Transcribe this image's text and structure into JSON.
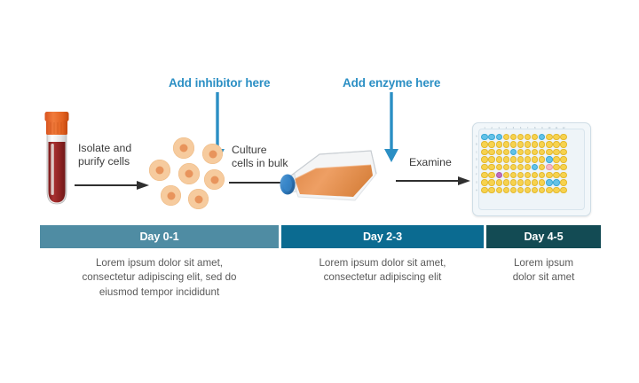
{
  "callouts": [
    {
      "label": "Add inhibitor here"
    },
    {
      "label": "Add enzyme here"
    }
  ],
  "steps": [
    {
      "label": "Isolate and\npurify cells"
    },
    {
      "label": "Culture\ncells in bulk"
    },
    {
      "label": "Examine"
    }
  ],
  "timeline": [
    {
      "title": "Day 0-1",
      "color": "#4f8ca3",
      "caption": "Lorem ipsum dolor sit amet,\nconsectetur adipiscing elit, sed do\neiusmod tempor incididunt"
    },
    {
      "title": "Day 2-3",
      "color": "#0b6b91",
      "caption": "Lorem ipsum dolor sit amet,\nconsectetur adipiscing elit"
    },
    {
      "title": "Day 4-5",
      "color": "#134b54",
      "caption": "Lorem ipsum\ndolor sit amet"
    }
  ],
  "artwork": {
    "blood_tube": {
      "cap_color": "#e8642a",
      "blood_color": "#9e2a29"
    },
    "cells": {
      "body_color": "#f6cb9e",
      "nucleus_color": "#e8945c",
      "count": 7
    },
    "flask": {
      "cap_color": "#3a86c8",
      "medium_color": "#e79a5f"
    },
    "arrow_color": "#2b8fc4",
    "step_arrow_color": "#2f2f2f"
  },
  "plate": {
    "columns": [
      "1",
      "2",
      "3",
      "4",
      "5",
      "6",
      "7",
      "8",
      "9",
      "10",
      "11",
      "12"
    ],
    "rows": [
      "A",
      "B",
      "C",
      "D",
      "E",
      "F",
      "G",
      "H"
    ],
    "well_colors": {
      "yellow": "#f7d24e",
      "blue": "#63c2e8",
      "pink": "#f6b9c4",
      "magenta": "#c06fbb"
    },
    "wells": [
      [
        "blue",
        "blue",
        "blue",
        "yellow",
        "yellow",
        "yellow",
        "yellow",
        "yellow",
        "blue",
        "yellow",
        "yellow",
        "yellow"
      ],
      [
        "yellow",
        "yellow",
        "yellow",
        "yellow",
        "yellow",
        "yellow",
        "yellow",
        "yellow",
        "yellow",
        "yellow",
        "yellow",
        "yellow"
      ],
      [
        "yellow",
        "yellow",
        "yellow",
        "yellow",
        "blue",
        "yellow",
        "yellow",
        "yellow",
        "yellow",
        "yellow",
        "yellow",
        "yellow"
      ],
      [
        "yellow",
        "yellow",
        "yellow",
        "yellow",
        "yellow",
        "yellow",
        "yellow",
        "yellow",
        "yellow",
        "blue",
        "yellow",
        "yellow"
      ],
      [
        "yellow",
        "yellow",
        "yellow",
        "yellow",
        "yellow",
        "yellow",
        "yellow",
        "blue",
        "yellow",
        "pink",
        "yellow",
        "yellow"
      ],
      [
        "yellow",
        "yellow",
        "magenta",
        "yellow",
        "yellow",
        "yellow",
        "yellow",
        "yellow",
        "yellow",
        "yellow",
        "yellow",
        "yellow"
      ],
      [
        "yellow",
        "yellow",
        "yellow",
        "yellow",
        "yellow",
        "yellow",
        "yellow",
        "yellow",
        "yellow",
        "blue",
        "blue",
        "yellow"
      ],
      [
        "yellow",
        "yellow",
        "yellow",
        "yellow",
        "yellow",
        "yellow",
        "yellow",
        "yellow",
        "yellow",
        "yellow",
        "yellow",
        "yellow"
      ]
    ]
  }
}
